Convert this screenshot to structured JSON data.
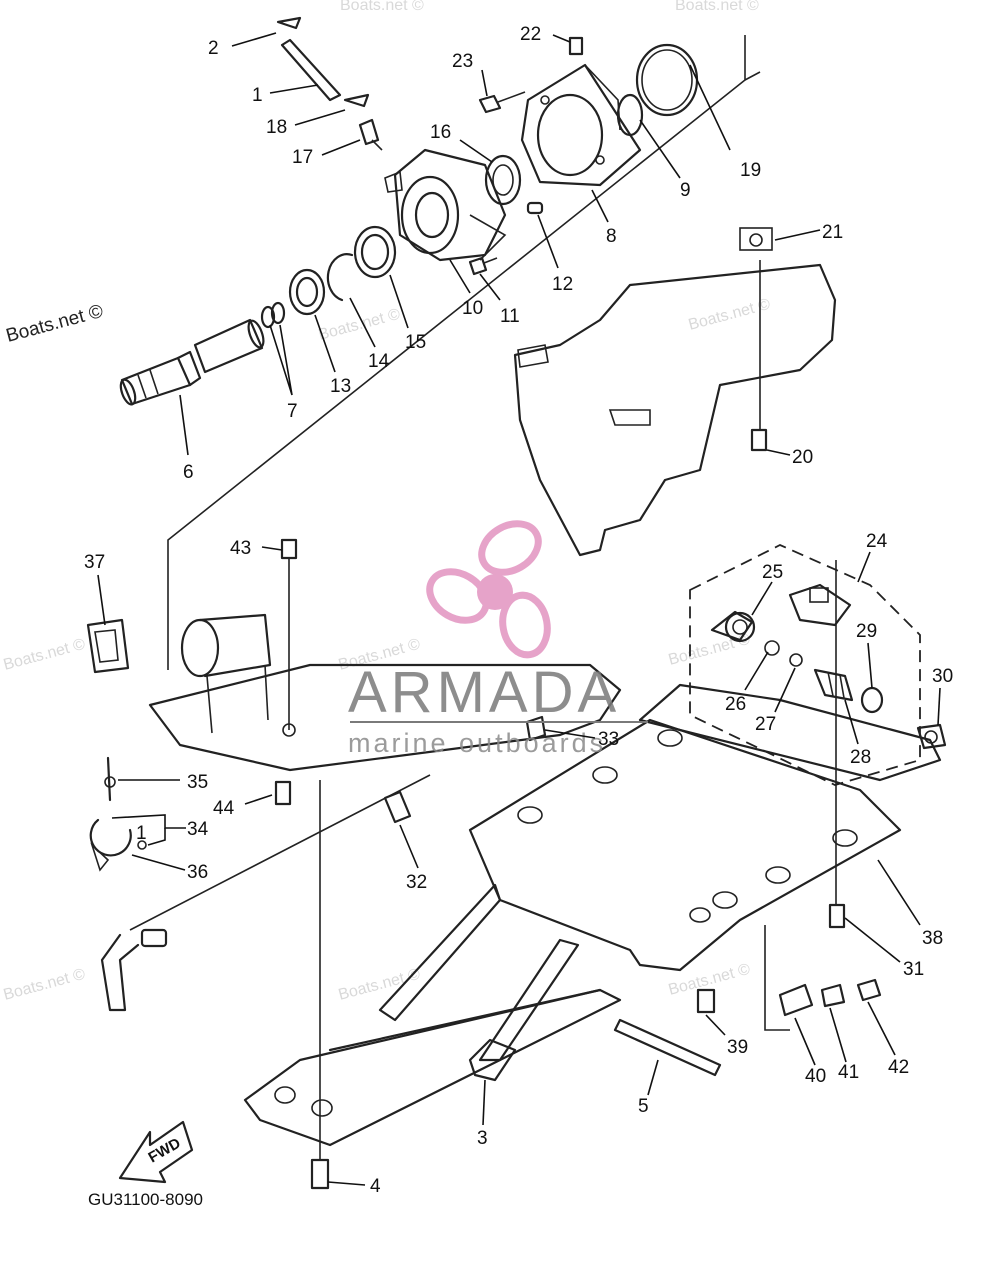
{
  "watermark": {
    "main": "Boats.net ©",
    "faint": "Boats.net ©"
  },
  "brand": {
    "name": "ARMADA",
    "tagline": "marine outboards",
    "pink": "#e6a3c9",
    "grey": "#7a7a7a"
  },
  "drawing_code": "GU31100-8090",
  "fwd_label": "FWD",
  "callouts": {
    "c1": "1",
    "c2": "2",
    "c3": "3",
    "c4": "4",
    "c5": "5",
    "c6": "6",
    "c7": "7",
    "c8": "8",
    "c9": "9",
    "c10": "10",
    "c11": "11",
    "c12": "12",
    "c13": "13",
    "c14": "14",
    "c15": "15",
    "c16": "16",
    "c17": "17",
    "c18": "18",
    "c19": "19",
    "c20": "20",
    "c21": "21",
    "c22": "22",
    "c23": "23",
    "c24": "24",
    "c25": "25",
    "c26": "26",
    "c27": "27",
    "c28": "28",
    "c29": "29",
    "c30": "30",
    "c31": "31",
    "c32": "32",
    "c33": "33",
    "c34": "34",
    "c35": "35",
    "c36": "36",
    "c37": "37",
    "c38": "38",
    "c39": "39",
    "c40": "40",
    "c41": "41",
    "c42": "42",
    "c43": "43",
    "c44": "44",
    "c1b": "1"
  }
}
